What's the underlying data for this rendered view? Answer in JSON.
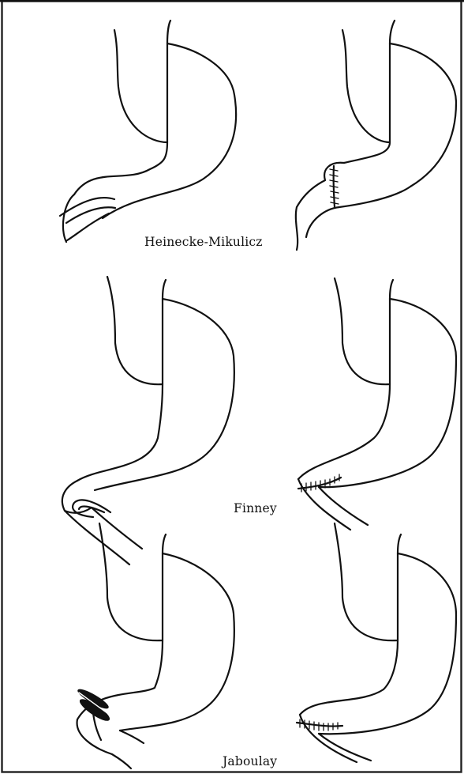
{
  "procedures": [
    {
      "name": "Heinecke-Mikulicz"
    },
    {
      "name": "Finney"
    },
    {
      "name": "Jaboulay"
    }
  ],
  "colors": {
    "line": "#111111",
    "background": "#ffffff",
    "frame": "#222222"
  }
}
